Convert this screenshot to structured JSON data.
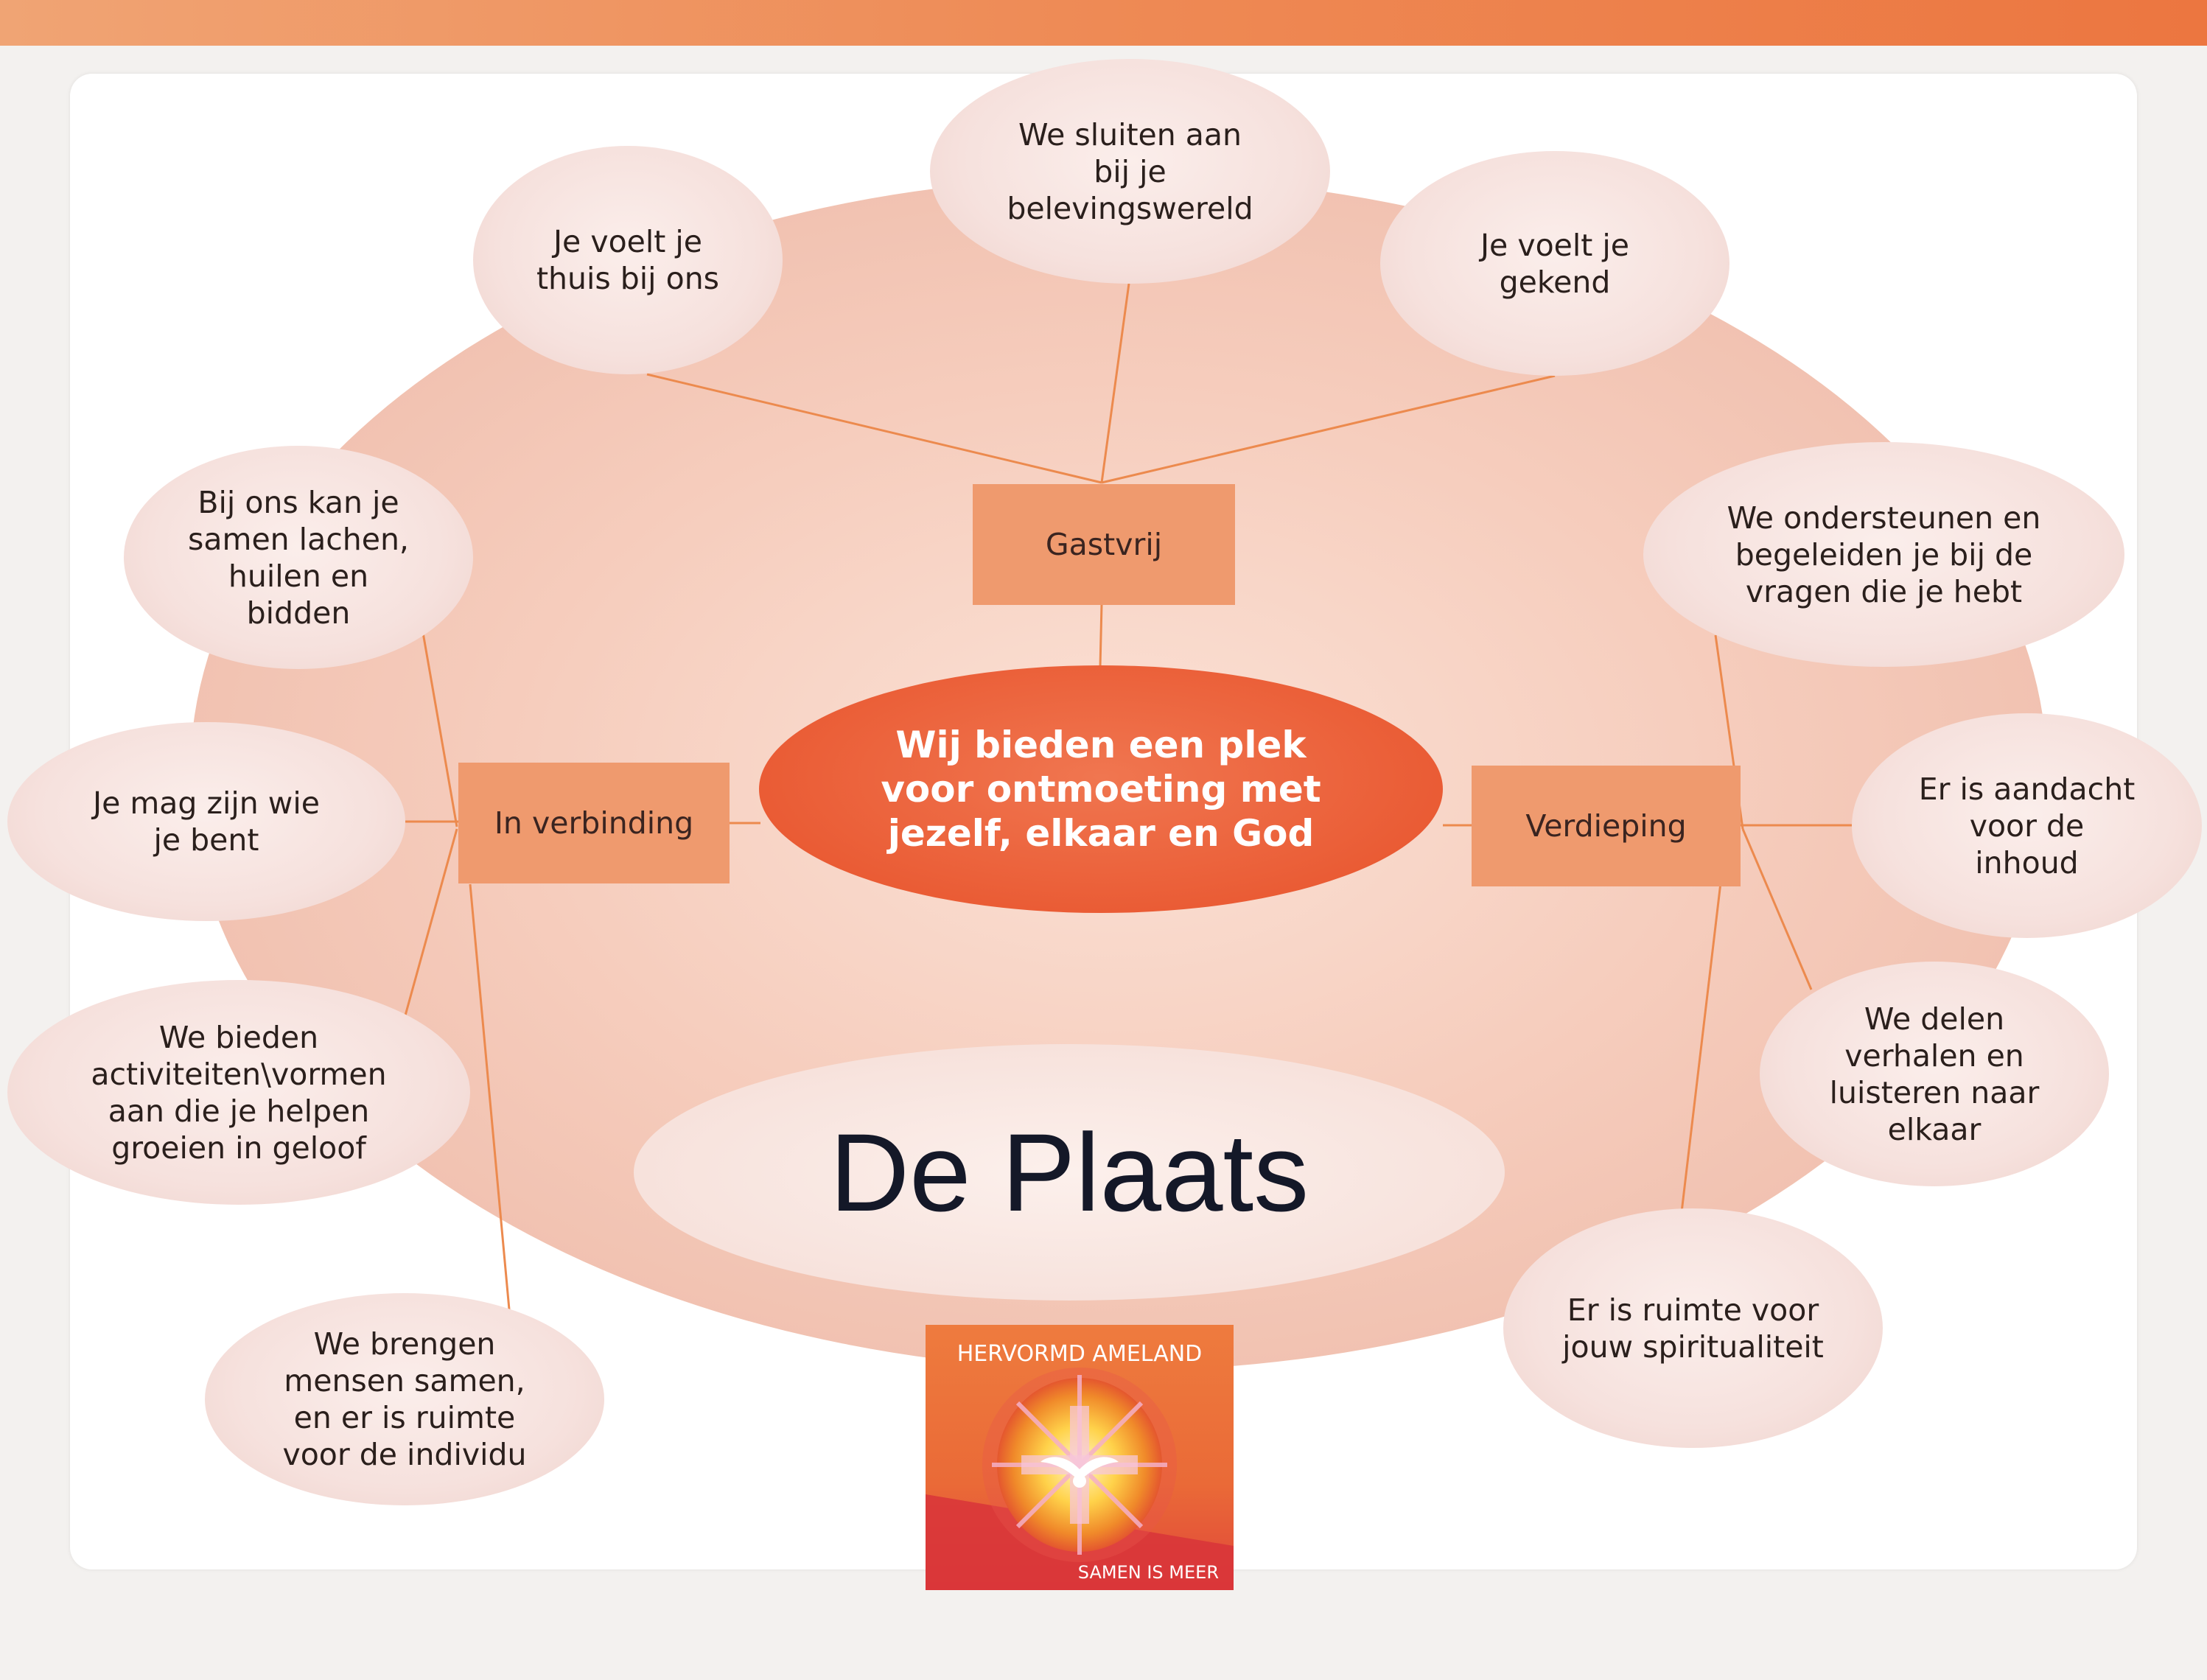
{
  "center": {
    "text": "Wij bieden een plek\nvoor ontmoeting met\njezelf, elkaar en God"
  },
  "title": "De Plaats",
  "categories": {
    "gastvrij": "Gastvrij",
    "in_verbinding": "In verbinding",
    "verdieping": "Verdieping"
  },
  "bubbles": {
    "thuis": "Je voelt je\nthuis bij ons",
    "belevingswereld": "We sluiten aan\nbij je\nbelevingswereld",
    "gekend": "Je voelt je\ngekend",
    "lachen": "Bij ons kan je\nsamen lachen,\nhuilen en\nbidden",
    "zijn_wie": "Je mag zijn wie\nje bent",
    "activiteiten": "We bieden\nactiviteiten\\vormen\naan die je helpen\ngroeien in geloof",
    "samen": "We brengen\nmensen samen,\nen er is ruimte\nvoor  de individu",
    "ondersteunen": "We ondersteunen en\nbegeleiden je bij de\nvragen die je hebt",
    "aandacht": "Er is aandacht\nvoor de\ninhoud",
    "verhalen": "We delen\nverhalen en\nluisteren naar\nelkaar",
    "spiritualiteit": "Er is ruimte voor\njouw spiritualiteit"
  },
  "logo": {
    "top_text": "HERVORMD AMELAND",
    "bottom_text": "SAMEN IS MEER"
  },
  "colors": {
    "connector": "#ec8a4e",
    "center_fill": "#ea5c35",
    "box_fill": "#ef9a6e",
    "bubble_fill": "#f6e1dd",
    "big_oval": "#f6cdbd"
  }
}
